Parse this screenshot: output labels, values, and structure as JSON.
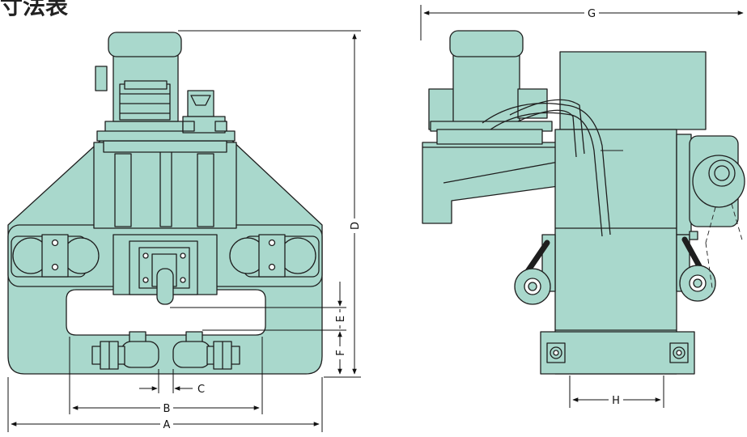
{
  "heading": "寸法表",
  "colors": {
    "body": "#a9d8cc",
    "stroke": "#1e1e1e",
    "dim": "#111111",
    "background": "#ffffff"
  },
  "front_view": {
    "dimensions": {
      "A": "A",
      "B": "B",
      "C": "C",
      "D": "D",
      "E": "E",
      "F": "F"
    }
  },
  "side_view": {
    "dimensions": {
      "G": "G",
      "H": "H"
    }
  }
}
